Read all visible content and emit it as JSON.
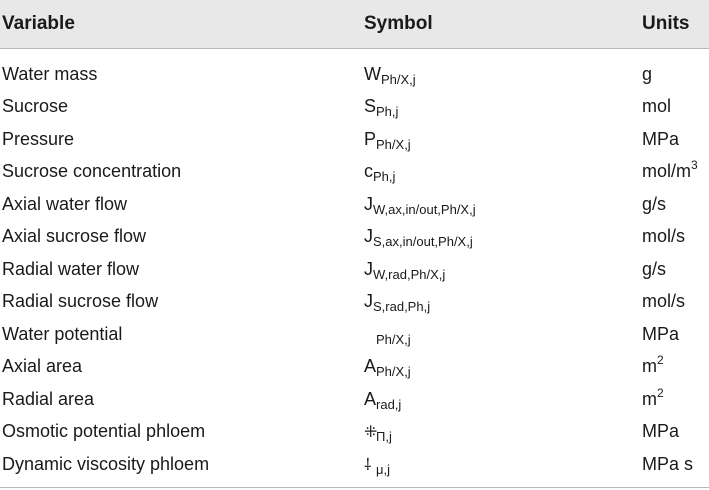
{
  "headers": {
    "variable": "Variable",
    "symbol": "Symbol",
    "units": "Units"
  },
  "rows": [
    {
      "variable": "Water mass",
      "sym_base": "W",
      "sym_sub": "Ph/X,j",
      "units": "g",
      "units_sup": ""
    },
    {
      "variable": "Sucrose",
      "sym_base": "S",
      "sym_sub": "Ph,j",
      "units": "mol",
      "units_sup": ""
    },
    {
      "variable": "Pressure",
      "sym_base": "P",
      "sym_sub": "Ph/X,j",
      "units": "MPa",
      "units_sup": ""
    },
    {
      "variable": "Sucrose concentration",
      "sym_base": "c",
      "sym_sub": "Ph,j",
      "units": "mol/m",
      "units_sup": "3"
    },
    {
      "variable": "Axial water flow",
      "sym_base": "J",
      "sym_sub": "W,ax,in/out,Ph/X,j",
      "units": "g/s",
      "units_sup": ""
    },
    {
      "variable": "Axial sucrose flow",
      "sym_base": "J",
      "sym_sub": "S,ax,in/out,Ph/X,j",
      "units": "mol/s",
      "units_sup": ""
    },
    {
      "variable": "Radial water flow",
      "sym_base": "J",
      "sym_sub": "W,rad,Ph/X,j",
      "units": "g/s",
      "units_sup": ""
    },
    {
      "variable": "Radial sucrose flow",
      "sym_base": "J",
      "sym_sub": "S,rad,Ph,j",
      "units": "mol/s",
      "units_sup": ""
    },
    {
      "variable": "Water potential",
      "sym_base": "",
      "sym_sub": "Ph/X,j",
      "units": "MPa",
      "units_sup": ""
    },
    {
      "variable": "Axial area",
      "sym_base": "A",
      "sym_sub": "Ph/X,j",
      "units": "m",
      "units_sup": "2"
    },
    {
      "variable": "Radial area",
      "sym_base": "A",
      "sym_sub": "rad,j",
      "units": "m",
      "units_sup": "2"
    },
    {
      "variable": "Osmotic potential phloem",
      "sym_base": "⁜",
      "sym_sub": "Π,j",
      "units": "MPa",
      "units_sup": ""
    },
    {
      "variable": "Dynamic viscosity phloem",
      "sym_base": "⸸",
      "sym_sub": "μ,j",
      "units": "MPa s",
      "units_sup": ""
    }
  ]
}
